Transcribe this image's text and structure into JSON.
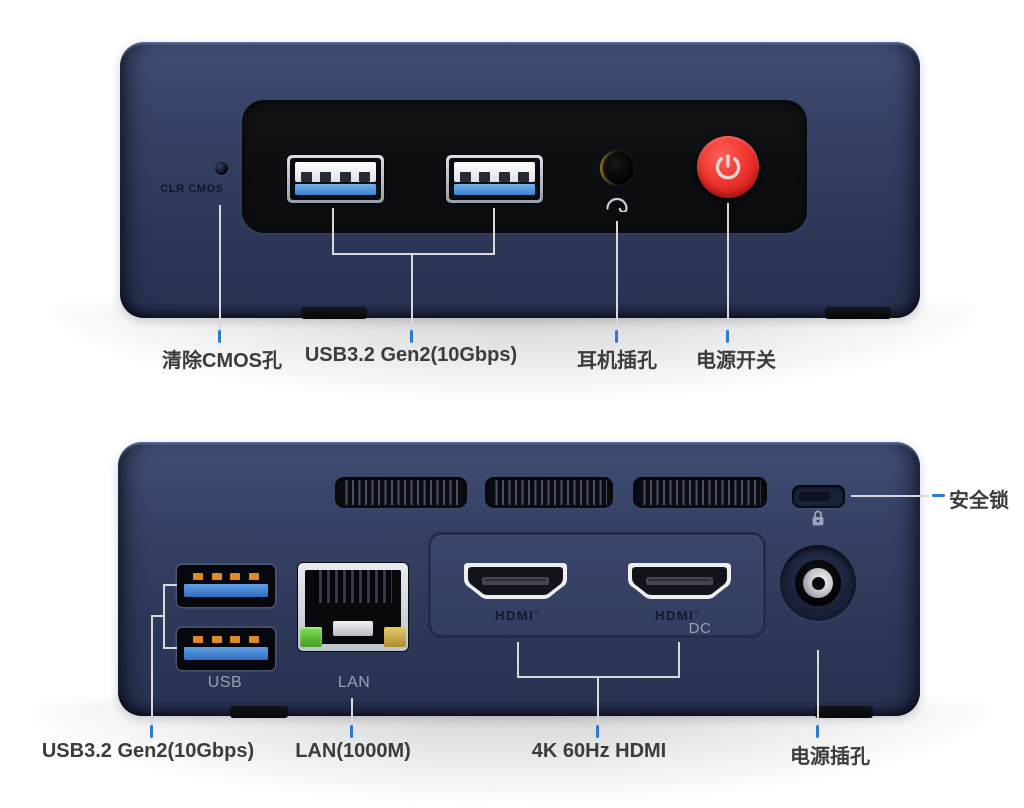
{
  "front": {
    "device": {
      "clr_cmos": "CLR CMOS"
    },
    "callouts": {
      "cmos": "清除CMOS孔",
      "usb": "USB3.2 Gen2(10Gbps)",
      "headphone": "耳机插孔",
      "power": "电源开关"
    }
  },
  "back": {
    "device": {
      "usb_label": "USB",
      "lan_label": "LAN",
      "dc_label": "DC",
      "hdmi1_label": "HDMI",
      "hdmi2_label": "HDMI",
      "hdmi_tm": "®"
    },
    "callouts": {
      "usb": "USB3.2 Gen2(10Gbps)",
      "lan": "LAN(1000M)",
      "hdmi": "4K 60Hz HDMI",
      "power": "电源插孔",
      "lock": "安全锁"
    }
  },
  "icons": {
    "power": "power-symbol",
    "headphone": "headphone-symbol",
    "lock": "padlock-symbol"
  },
  "colors": {
    "chassis_navy": "#313d5f",
    "panel_black": "#0b0c10",
    "callout_tick_blue": "#2b7bd6",
    "power_button_red": "#e62b28",
    "usb_tongue_blue": "#4a94dc",
    "usb_pin_orange": "#e08b20",
    "lan_led_green": "#58c838",
    "lan_led_yellow": "#d9bc52",
    "label_text": "#3c3c3e",
    "port_label_text": "#97a0b5"
  }
}
